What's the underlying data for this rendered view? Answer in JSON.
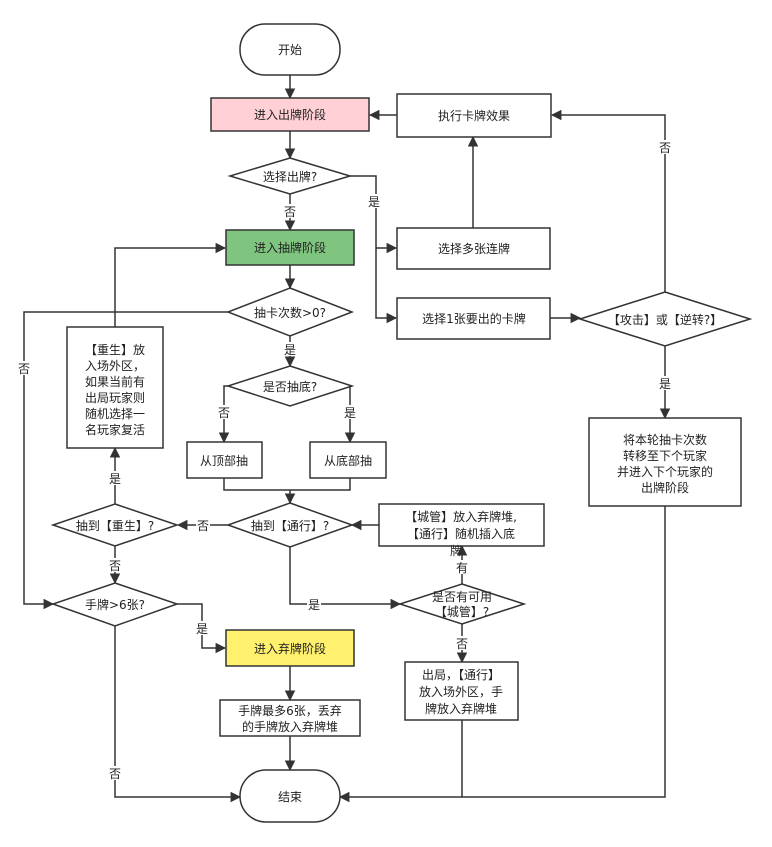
{
  "colors": {
    "line": "#333333",
    "play_phase_fill": "#ffd0d6",
    "draw_phase_fill": "#7fc47f",
    "discard_phase_fill": "#fff06e",
    "default_fill": "#ffffff"
  },
  "nodes": {
    "start": "开始",
    "play_phase": "进入出牌阶段",
    "execute_effect": "执行卡牌效果",
    "choose_play": "选择出牌?",
    "draw_phase": "进入抽牌阶段",
    "select_multi": "选择多张连牌",
    "draw_count": "抽卡次数>0?",
    "select_one": "选择1张要出的卡牌",
    "attack_or_reverse": "【攻击】或【逆转?】",
    "rebirth_box": [
      "【重生】放",
      "入场外区，",
      "如果当前有",
      "出局玩家则",
      "随机选择一",
      "名玩家复活"
    ],
    "draw_bottom_q": "是否抽底?",
    "transfer_box": [
      "将本轮抽卡次数",
      "转移至下个玩家",
      "并进入下个玩家的",
      "出牌阶段"
    ],
    "draw_top": "从顶部抽",
    "draw_bottom": "从底部抽",
    "got_rebirth": "抽到【重生】?",
    "got_pass": "抽到【通行】?",
    "castle_box": [
      "【城管】放入弃牌堆,",
      "【通行】随机插入底",
      "牌"
    ],
    "hand_gt6": "手牌>6张?",
    "has_castle": [
      "是否有可用",
      "【城管】?"
    ],
    "discard_phase": "进入弃牌阶段",
    "out_box": [
      "出局，【通行】",
      "放入场外区，手",
      "牌放入弃牌堆"
    ],
    "discard_box": [
      "手牌最多6张，丢弃",
      "的手牌放入弃牌堆"
    ],
    "end": "结束"
  },
  "edge_labels": {
    "no_choose_play": "否",
    "yes_choose_play": "是",
    "no_attack": "否",
    "yes_draw_count": "是",
    "no_draw_count": "否",
    "yes_attack": "是",
    "no_bottom": "否",
    "yes_bottom": "是",
    "yes_rebirth": "是",
    "no_pass": "否",
    "no_rebirth": "否",
    "yes_pass": "是",
    "has_castle_yes": "有",
    "has_castle_no": "否",
    "yes_hand": "是",
    "no_hand": "否"
  }
}
